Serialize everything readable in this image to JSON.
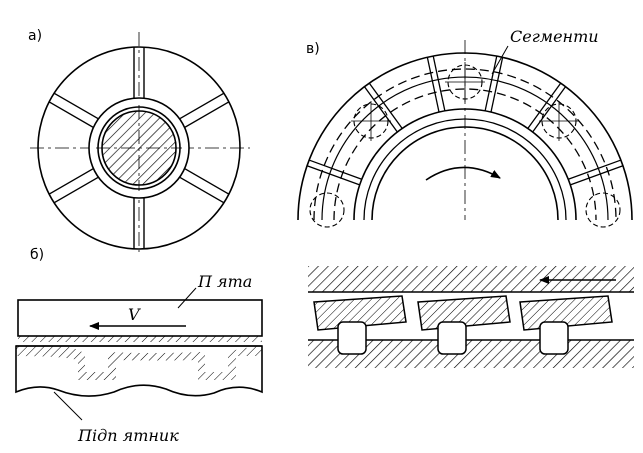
{
  "labels": {
    "a": "а)",
    "b": "б)",
    "v": "в)",
    "segments": "Сегменти",
    "pyata": "П ята",
    "pidpyatnyk": "Пiдп ятник",
    "velocity": "V"
  }
}
